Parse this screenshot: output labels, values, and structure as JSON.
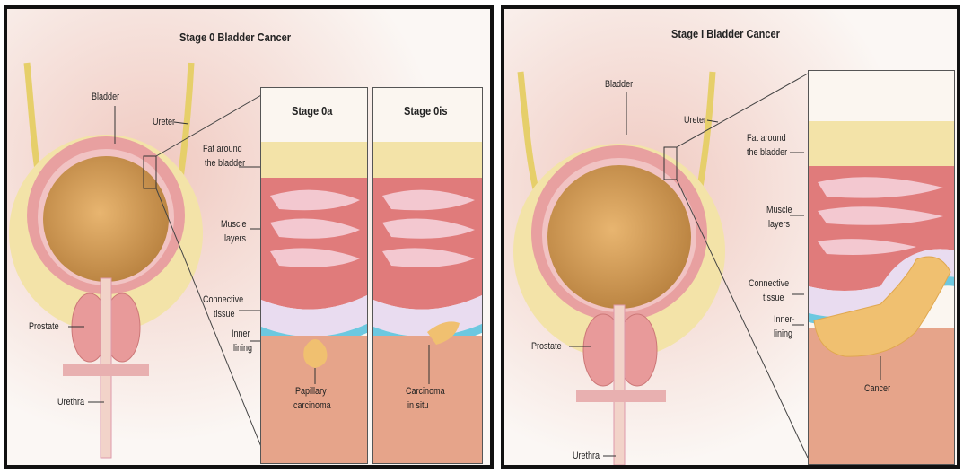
{
  "left": {
    "title": "Stage 0 Bladder Cancer",
    "labels": {
      "bladder": "Bladder",
      "ureter": "Ureter",
      "fat_l1": "Fat around",
      "fat_l2": "the bladder",
      "muscle_l1": "Muscle",
      "muscle_l2": "layers",
      "connective_l1": "Connective",
      "connective_l2": "tissue",
      "inner_l1": "Inner",
      "inner_l2": "lining",
      "prostate": "Prostate",
      "urethra": "Urethra"
    },
    "inset_a": {
      "title": "Stage 0a",
      "caption_l1": "Papillary",
      "caption_l2": "carcinoma"
    },
    "inset_b": {
      "title": "Stage 0is",
      "caption_l1": "Carcinoma",
      "caption_l2": "in situ"
    }
  },
  "right": {
    "title": "Stage I Bladder Cancer",
    "labels": {
      "bladder": "Bladder",
      "ureter": "Ureter",
      "fat_l1": "Fat around",
      "fat_l2": "the bladder",
      "muscle_l1": "Muscle",
      "muscle_l2": "layers",
      "connective_l1": "Connective",
      "connective_l2": "tissue",
      "inner_l1": "Inner-",
      "inner_l2": "lining",
      "prostate": "Prostate",
      "urethra": "Urethra"
    },
    "inset": {
      "caption": "Cancer"
    }
  },
  "colors": {
    "frame": "#111111",
    "bladder_wall": "#e8a0a0",
    "bladder_fill": "#d9a860",
    "fat": "#f3e3a8",
    "muscle": "#e07b7b",
    "connective": "#e9dcf0",
    "inner_lining": "#6cc8e0",
    "tumor": "#f0c070"
  }
}
